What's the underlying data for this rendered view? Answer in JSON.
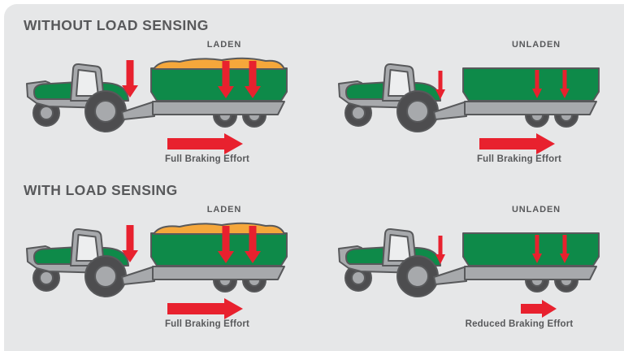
{
  "page": {
    "background_color": "#ffffff",
    "panel_color": "#e6e7e8"
  },
  "colors": {
    "text_dark_gray": "#58595b",
    "vehicle_green": "#0e8a49",
    "vehicle_gray": "#a7a9ac",
    "tire_dark": "#4d4d4f",
    "load_orange": "#f5a73b",
    "arrow_red": "#e8212e"
  },
  "icons": {
    "down_arrow_thick": "down-arrow-icon (heavy load force)",
    "down_arrow_thin": "down-arrow-icon (light load force)",
    "right_arrow_full": "right-arrow-icon (full braking)",
    "right_arrow_reduced": "right-arrow-icon (reduced braking)"
  },
  "sections": [
    {
      "title": "WITHOUT LOAD SENSING",
      "scenarios": [
        {
          "condition": "LADEN",
          "trailer_loaded": true,
          "load_arrow_weight": "thick",
          "effort_label": "Full Braking Effort",
          "braking_arrow": "full"
        },
        {
          "condition": "UNLADEN",
          "trailer_loaded": false,
          "load_arrow_weight": "thin",
          "effort_label": "Full Braking Effort",
          "braking_arrow": "full"
        }
      ]
    },
    {
      "title": "WITH LOAD SENSING",
      "scenarios": [
        {
          "condition": "LADEN",
          "trailer_loaded": true,
          "load_arrow_weight": "thick",
          "effort_label": "Full Braking Effort",
          "braking_arrow": "full"
        },
        {
          "condition": "UNLADEN",
          "trailer_loaded": false,
          "load_arrow_weight": "thin",
          "effort_label": "Reduced Braking Effort",
          "braking_arrow": "reduced"
        }
      ]
    }
  ]
}
